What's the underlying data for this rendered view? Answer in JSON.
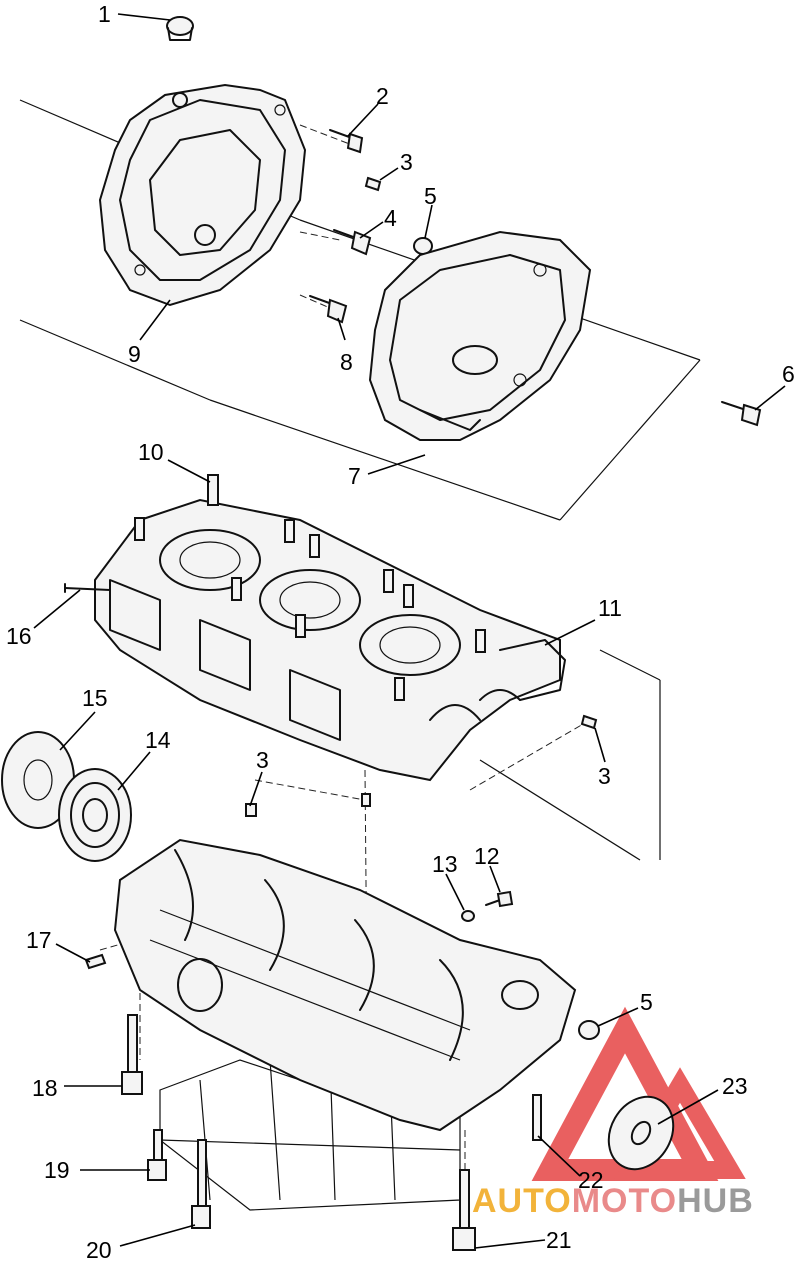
{
  "callouts": [
    {
      "id": "1",
      "label": "1"
    },
    {
      "id": "2",
      "label": "2"
    },
    {
      "id": "3a",
      "label": "3"
    },
    {
      "id": "4",
      "label": "4"
    },
    {
      "id": "5a",
      "label": "5"
    },
    {
      "id": "6",
      "label": "6"
    },
    {
      "id": "7",
      "label": "7"
    },
    {
      "id": "8",
      "label": "8"
    },
    {
      "id": "9",
      "label": "9"
    },
    {
      "id": "10",
      "label": "10"
    },
    {
      "id": "11",
      "label": "11"
    },
    {
      "id": "16",
      "label": "16"
    },
    {
      "id": "15",
      "label": "15"
    },
    {
      "id": "14",
      "label": "14"
    },
    {
      "id": "3b",
      "label": "3"
    },
    {
      "id": "3c",
      "label": "3"
    },
    {
      "id": "13",
      "label": "13"
    },
    {
      "id": "12",
      "label": "12"
    },
    {
      "id": "17",
      "label": "17"
    },
    {
      "id": "5b",
      "label": "5"
    },
    {
      "id": "18",
      "label": "18"
    },
    {
      "id": "23",
      "label": "23"
    },
    {
      "id": "19",
      "label": "19"
    },
    {
      "id": "22",
      "label": "22"
    },
    {
      "id": "20",
      "label": "20"
    },
    {
      "id": "21",
      "label": "21"
    }
  ],
  "watermark": {
    "part1": "AUTO",
    "part2": "MOTO",
    "part3": "HUB",
    "colors": {
      "triangle": "#e64545",
      "auto": "#f2b33a",
      "moto": "#e98a8a",
      "hub": "#9a9a9a"
    }
  }
}
